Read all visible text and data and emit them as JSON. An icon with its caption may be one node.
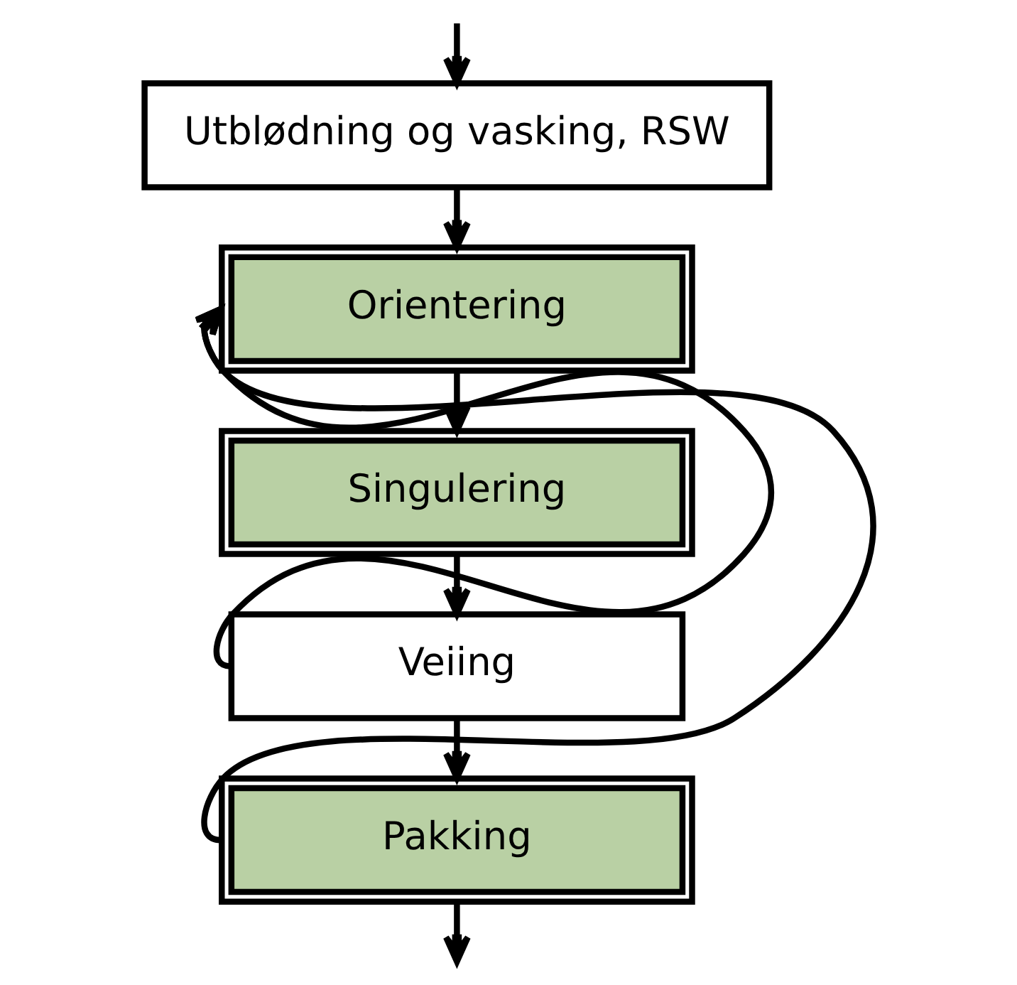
{
  "diagram": {
    "nodes": [
      {
        "text": [
          "Utblødning og vasking, RSW"
        ]
      },
      {
        "text": [
          "Orientering"
        ]
      },
      {
        "text": [
          "Singulering"
        ]
      },
      {
        "text": [
          "Veiing"
        ]
      },
      {
        "text": [
          "Pakking"
        ]
      }
    ],
    "edges": [
      {
        "from": null,
        "to": 0,
        "arrow": "to"
      },
      {
        "from": 0,
        "to": 1,
        "arrow": "to"
      },
      {
        "from": 1,
        "to": 2,
        "arrow": "to"
      },
      {
        "from": 2,
        "to": 3,
        "arrow": "to"
      },
      {
        "from": 3,
        "to": 4,
        "arrow": "to"
      },
      {
        "from": 3,
        "to": 1,
        "arrow": "to"
      },
      {
        "from": 4,
        "to": 1,
        "arrow": "to"
      },
      {
        "from": 4,
        "to": null,
        "arrow": "to"
      }
    ]
  }
}
